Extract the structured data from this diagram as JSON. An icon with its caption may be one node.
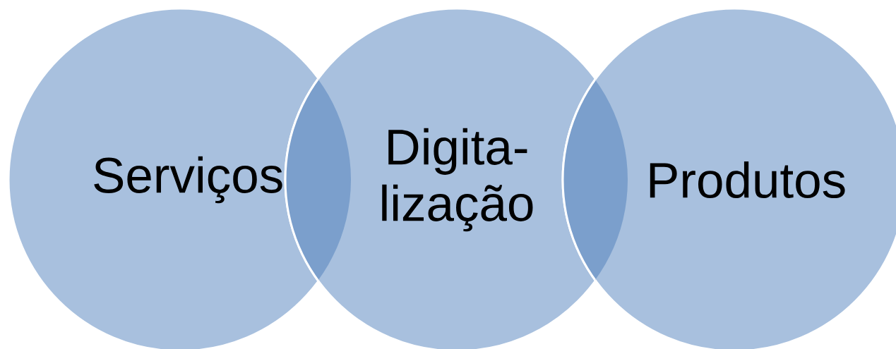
{
  "diagram": {
    "nodes": [
      {
        "text": [
          "Serviços"
        ]
      },
      {
        "text": [
          "Digita- lização"
        ]
      },
      {
        "text": [
          "Produtos"
        ]
      }
    ]
  }
}
